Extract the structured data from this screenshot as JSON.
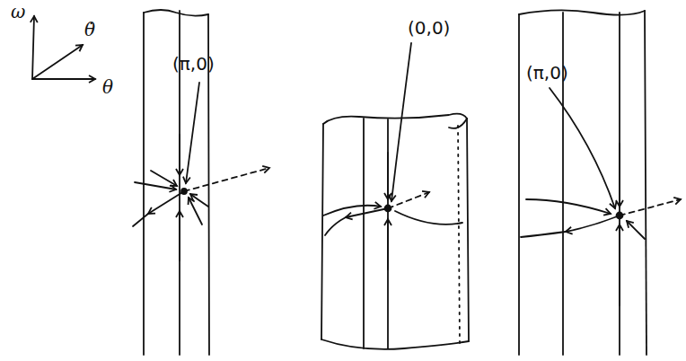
{
  "diagram": {
    "labels": [
      "ω",
      "θ̇",
      "θ",
      "(π,0)",
      "(0,0)",
      "(π,0)"
    ]
  }
}
